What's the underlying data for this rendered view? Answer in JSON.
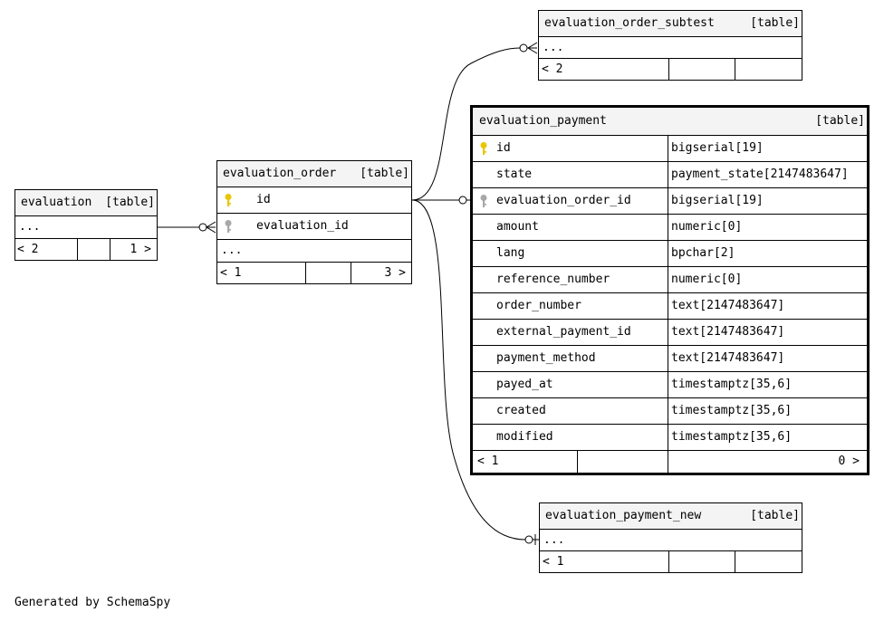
{
  "tables": {
    "evaluation": {
      "name": "evaluation",
      "kind": "[table]",
      "more": "...",
      "nav_left": "< 2",
      "nav_right": "1 >"
    },
    "evaluation_order": {
      "name": "evaluation_order",
      "kind": "[table]",
      "columns": [
        {
          "name": "id",
          "key": "primary"
        },
        {
          "name": "evaluation_id",
          "key": "foreign"
        }
      ],
      "more": "...",
      "nav_left": "< 1",
      "nav_right": "3 >"
    },
    "evaluation_order_subtest": {
      "name": "evaluation_order_subtest",
      "kind": "[table]",
      "more": "...",
      "nav_left": "< 2"
    },
    "evaluation_payment": {
      "name": "evaluation_payment",
      "kind": "[table]",
      "columns": [
        {
          "name": "id",
          "type": "bigserial[19]",
          "key": "primary"
        },
        {
          "name": "state",
          "type": "payment_state[2147483647]",
          "key": ""
        },
        {
          "name": "evaluation_order_id",
          "type": "bigserial[19]",
          "key": "foreign"
        },
        {
          "name": "amount",
          "type": "numeric[0]",
          "key": ""
        },
        {
          "name": "lang",
          "type": "bpchar[2]",
          "key": ""
        },
        {
          "name": "reference_number",
          "type": "numeric[0]",
          "key": ""
        },
        {
          "name": "order_number",
          "type": "text[2147483647]",
          "key": ""
        },
        {
          "name": "external_payment_id",
          "type": "text[2147483647]",
          "key": ""
        },
        {
          "name": "payment_method",
          "type": "text[2147483647]",
          "key": ""
        },
        {
          "name": "payed_at",
          "type": "timestamptz[35,6]",
          "key": ""
        },
        {
          "name": "created",
          "type": "timestamptz[35,6]",
          "key": ""
        },
        {
          "name": "modified",
          "type": "timestamptz[35,6]",
          "key": ""
        }
      ],
      "nav_left": "< 1",
      "nav_right": "0 >"
    },
    "evaluation_payment_new": {
      "name": "evaluation_payment_new",
      "kind": "[table]",
      "more": "...",
      "nav_left": "< 1"
    }
  },
  "colors": {
    "primary_key": "#e8c600",
    "foreign_key": "#a8a8a8",
    "header_bg": "#f4f4f4"
  },
  "footer": "Generated by SchemaSpy"
}
